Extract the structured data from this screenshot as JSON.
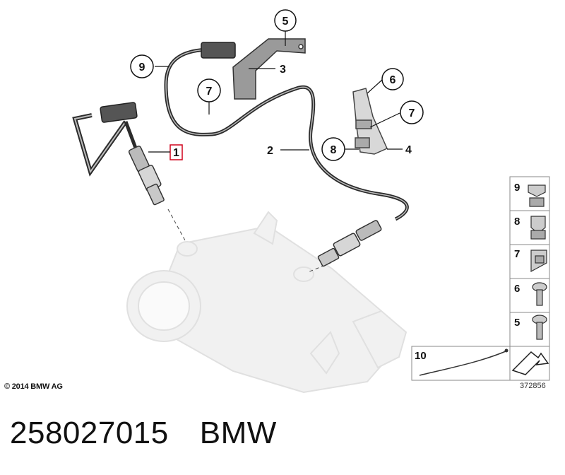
{
  "diagram": {
    "callouts": {
      "c1": "1",
      "c2": "2",
      "c3": "3",
      "c4": "4",
      "c5": "5",
      "c6": "6",
      "c7a": "7",
      "c7b": "7",
      "c8": "8",
      "c9": "9"
    },
    "side_panel": {
      "items": [
        "9",
        "8",
        "7",
        "6",
        "5"
      ],
      "bottom_item": "10"
    },
    "highlight_color": "#d0021b",
    "copyright": "© 2014 BMW AG",
    "diagram_number": "372856"
  },
  "footer": {
    "part_number": "258027015",
    "brand": "BMW"
  }
}
